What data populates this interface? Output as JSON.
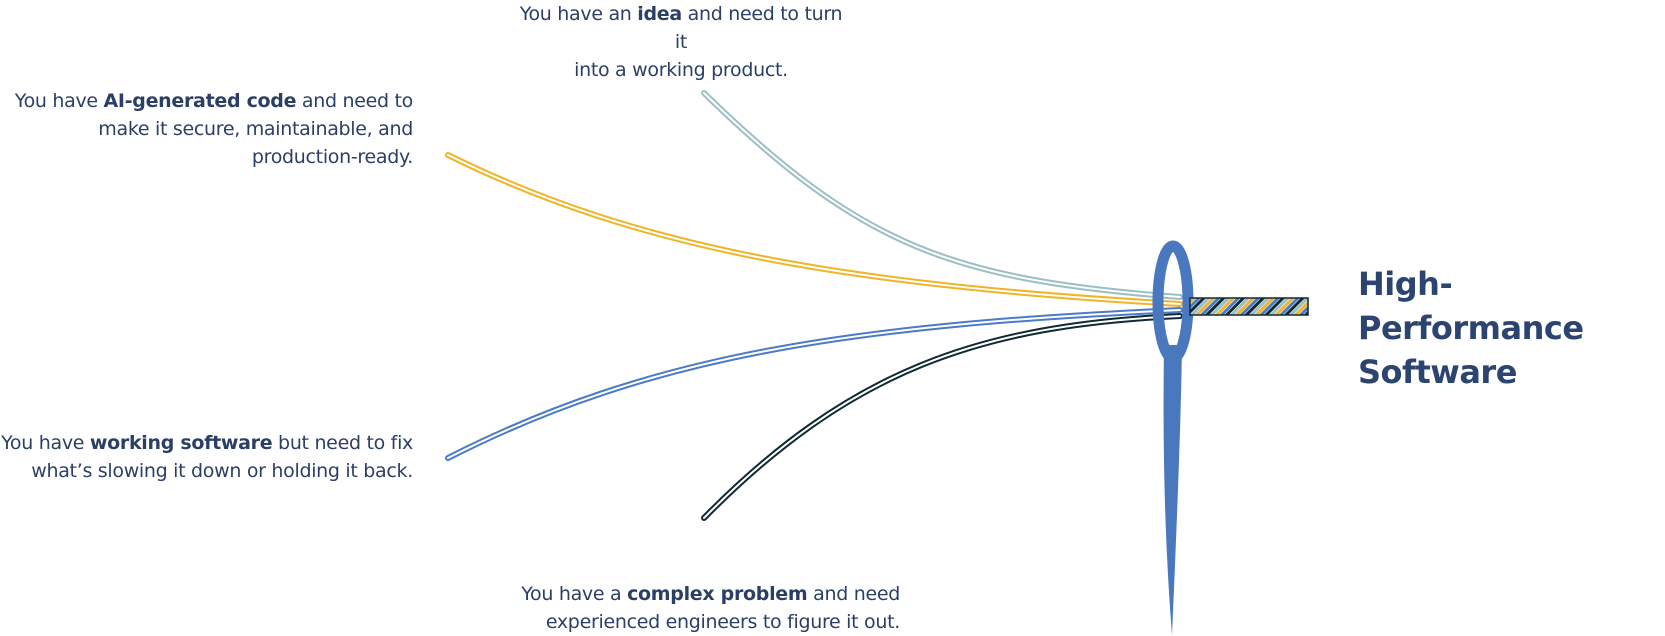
{
  "captions": {
    "idea": {
      "line1_pre": "You have an ",
      "line1_bold": "idea",
      "line1_post": " and need to turn it",
      "line2": "into a working product."
    },
    "ai_code": {
      "line1_pre": "You have ",
      "line1_bold": "AI-generated code",
      "line1_post": " and need to",
      "line2": "make it secure, maintainable, and",
      "line3": "production-ready."
    },
    "working_software": {
      "line1_pre": "You have ",
      "line1_bold": "working software",
      "line1_post": " but need to fix",
      "line2": "what’s slowing it down or holding it back."
    },
    "complex_problem": {
      "line1_pre": "You have a ",
      "line1_bold": "complex problem",
      "line1_post": " and need",
      "line2": "experienced engineers to figure it out."
    }
  },
  "headline": {
    "line1": "High-Performance",
    "line2": "Software"
  },
  "colors": {
    "text": "#2b3f66",
    "headline": "#2b4470",
    "thread_idea": "#9bbfc4",
    "thread_ai": "#f0b429",
    "thread_working": "#4a7bc8",
    "thread_complex": "#0f2a33",
    "needle": "#4a78bf"
  },
  "icons": {
    "needle": "needle-icon",
    "braid": "braided-thread"
  }
}
